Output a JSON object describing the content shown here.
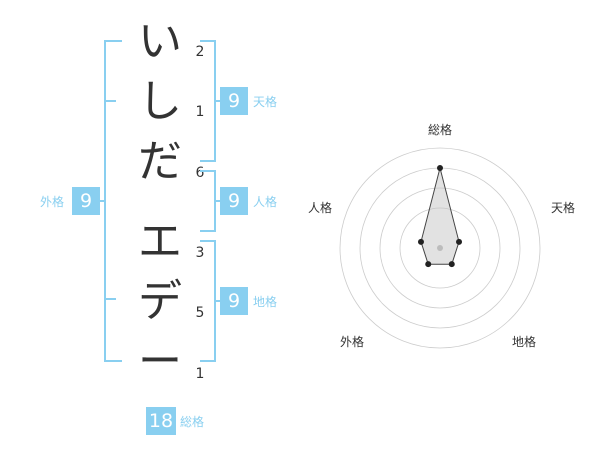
{
  "name": {
    "chars": [
      {
        "char": "い",
        "strokes": "2"
      },
      {
        "char": "し",
        "strokes": "1"
      },
      {
        "char": "だ",
        "strokes": "6"
      },
      {
        "char": "エ",
        "strokes": "3"
      },
      {
        "char": "デ",
        "strokes": "5"
      },
      {
        "char": "ー",
        "strokes": "1"
      }
    ]
  },
  "fortune": {
    "tenkaku": {
      "label": "天格",
      "value": "9"
    },
    "jinkaku": {
      "label": "人格",
      "value": "9"
    },
    "chikaku": {
      "label": "地格",
      "value": "9"
    },
    "gaikaku": {
      "label": "外格",
      "value": "9"
    },
    "soukaku": {
      "label": "総格",
      "value": "18"
    }
  },
  "colors": {
    "accent": "#89CFF0",
    "text": "#333333",
    "grid": "#cccccc"
  },
  "chart_data": {
    "type": "radar",
    "axes": [
      "総格",
      "天格",
      "地格",
      "外格",
      "人格"
    ],
    "values": [
      4,
      1,
      1,
      1,
      1
    ],
    "rlim": [
      0,
      5
    ],
    "rings": 4
  }
}
